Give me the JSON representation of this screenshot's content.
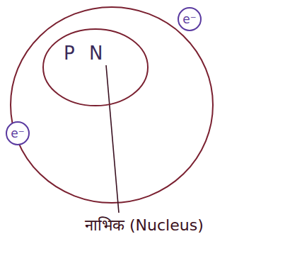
{
  "diagram": {
    "nodes": [
      {
        "text": [
          "P",
          "N"
        ]
      },
      {
        "text": [
          "e⁻"
        ]
      },
      {
        "text": [
          "e⁻"
        ]
      }
    ],
    "labels": [
      "नाभिक (Nucleus)"
    ]
  }
}
